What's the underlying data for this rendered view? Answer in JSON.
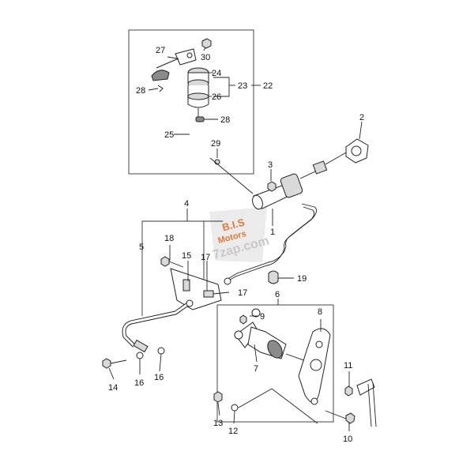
{
  "colors": {
    "line": "#222222",
    "part_fill": "#d9d9d9",
    "watermark": "#e07a3a",
    "watermark_gray": "#c8c8c8"
  },
  "watermark": {
    "line1": "B.I.S",
    "line2": "Motors",
    "line3": "7zap.com"
  },
  "callouts": {
    "c1": "1",
    "c2": "2",
    "c3": "3",
    "c4": "4",
    "c5": "5",
    "c6": "6",
    "c7": "7",
    "c8": "8",
    "c9": "9",
    "c10": "10",
    "c11": "11",
    "c12": "12",
    "c13": "13",
    "c14": "14",
    "c15": "15",
    "c16a": "16",
    "c16b": "16",
    "c17a": "17",
    "c17b": "17",
    "c18": "18",
    "c19": "19",
    "c22": "22",
    "c23": "23",
    "c24": "24",
    "c25": "25",
    "c26": "26",
    "c27": "27",
    "c28a": "28",
    "c28b": "28",
    "c29": "29",
    "c30": "30"
  }
}
